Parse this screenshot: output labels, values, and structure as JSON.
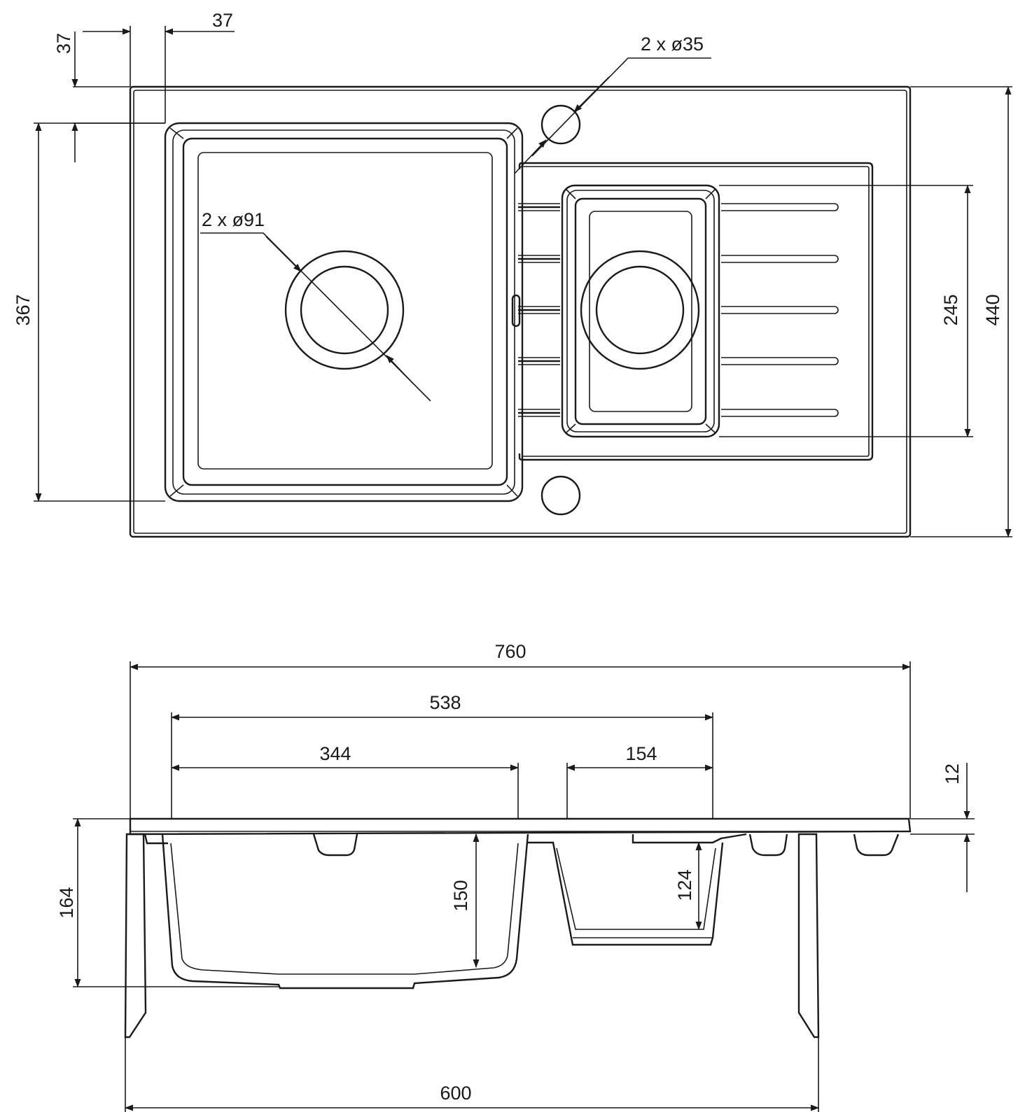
{
  "labels": {
    "top_offset_x": "37",
    "top_offset_y": "37",
    "tap_holes": "2 x ø35",
    "waste_holes": "2 x ø91",
    "bowl_length": "367",
    "drainer_bowl_length": "245",
    "overall_depth": "440",
    "overall_width": "760",
    "bowls_span": "538",
    "main_bowl_width": "344",
    "small_bowl_width": "154",
    "rim_thickness": "12",
    "total_height": "164",
    "main_bowl_depth": "150",
    "small_bowl_depth": "124",
    "cabinet_width": "600"
  },
  "colors": {
    "line": "#1a1a1a",
    "background": "#ffffff"
  }
}
